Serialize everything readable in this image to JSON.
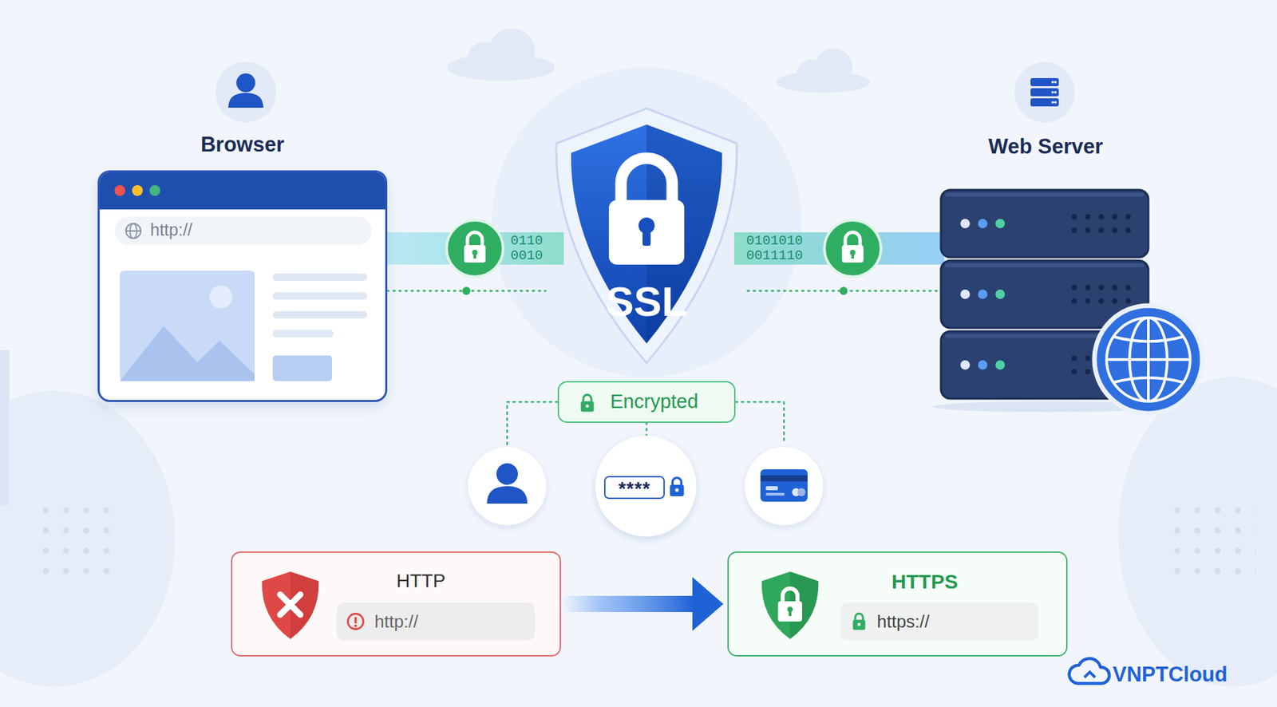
{
  "diagram": {
    "nodes": [
      {
        "text": [
          "Browser",
          "http://"
        ]
      },
      {
        "text": [
          "SSL"
        ]
      },
      {
        "text": [
          "Web Server"
        ]
      },
      {
        "text": [
          "Encrypted"
        ]
      },
      {
        "text": [
          "****"
        ]
      },
      {
        "text": [
          "HTTP"
        ]
      },
      {
        "text": [
          "http://"
        ],
        "in": 5
      },
      {
        "text": [
          "HTTPS"
        ]
      },
      {
        "text": [
          "https://"
        ],
        "in": 7
      }
    ],
    "edges": [
      {
        "from": 0,
        "to": 1,
        "arrow": "none"
      },
      {
        "from": 1,
        "to": 2,
        "arrow": "none"
      },
      {
        "from": 3,
        "to": 4,
        "arrow": "none"
      },
      {
        "from": 5,
        "to": 7,
        "arrow": "to"
      }
    ],
    "labels": [
      "0110",
      "0010",
      "0101010",
      "0011110",
      "VNPTCloud"
    ]
  }
}
